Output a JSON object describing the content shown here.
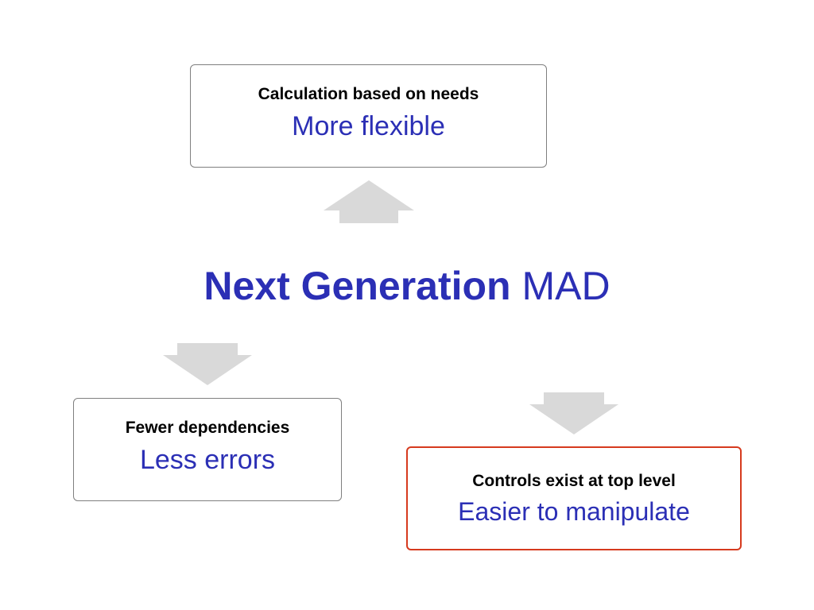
{
  "center": {
    "title_bold": "Next Generation",
    "title_regular": "MAD"
  },
  "boxes": {
    "top": {
      "title": "Calculation based on needs",
      "subtitle": "More flexible"
    },
    "left": {
      "title": "Fewer dependencies",
      "subtitle": "Less errors"
    },
    "right": {
      "title": "Controls exist at top level",
      "subtitle": "Easier to manipulate"
    }
  },
  "colors": {
    "text_blue": "#2b2fb5",
    "arrow_gray": "#d9d9d9",
    "box_border": "#7f7f7f",
    "highlight_border": "#d63a1e"
  }
}
